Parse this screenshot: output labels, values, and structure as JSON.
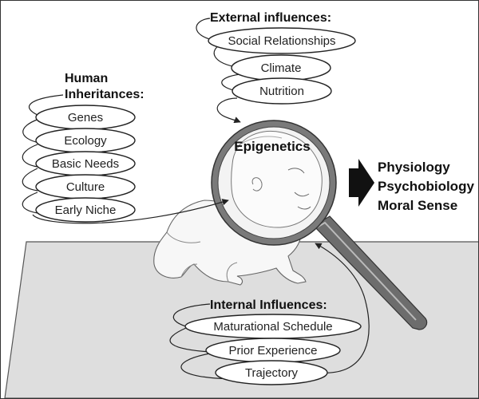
{
  "colors": {
    "ink": "#222222",
    "floor": "#dedede",
    "floor_edge": "#555555",
    "lens_glass": "#f3f3f3",
    "lens_rim": "#7a7a7a",
    "handle": "#6d6d6d"
  },
  "external": {
    "heading": "External influences:",
    "items": [
      "Social Relationships",
      "Climate",
      "Nutrition"
    ]
  },
  "human": {
    "heading_line1": "Human",
    "heading_line2": "Inheritances:",
    "items": [
      "Genes",
      "Ecology",
      "Basic Needs",
      "Culture",
      "Early Niche"
    ]
  },
  "internal": {
    "heading": "Internal Influences:",
    "items": [
      "Maturational Schedule",
      "Prior Experience",
      "Trajectory"
    ]
  },
  "center": {
    "label": "Epigenetics"
  },
  "outcomes": {
    "items": [
      "Physiology",
      "Psychobiology",
      "Moral Sense"
    ]
  },
  "icons": [
    "magnifying-glass-icon",
    "baby-illustration",
    "right-arrow-icon"
  ]
}
